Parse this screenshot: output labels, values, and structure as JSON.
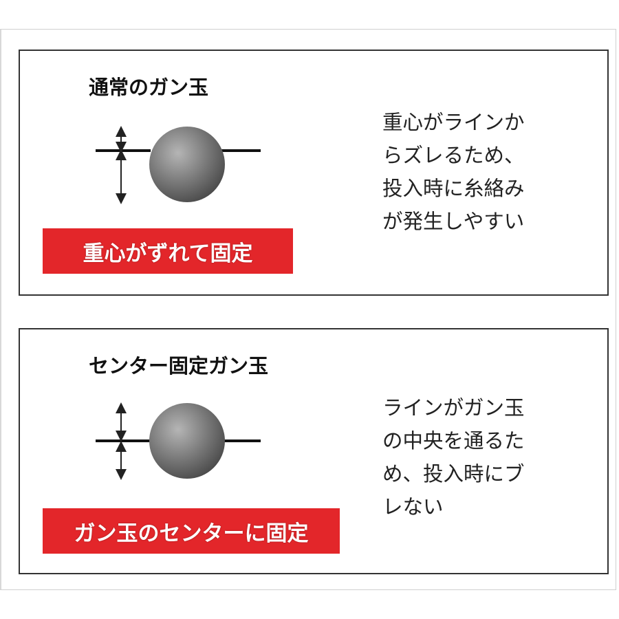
{
  "panels": [
    {
      "title": "通常のガン玉",
      "label": "重心がずれて固定",
      "label_color": "#e3262a",
      "description_lines": [
        "重心がラインか",
        "らズレるため、",
        "投入時に糸絡み",
        "が発生しやすい"
      ],
      "diagram": {
        "type": "off-center",
        "upper_arrow": "short",
        "lower_arrow": "long"
      }
    },
    {
      "title": "センター固定ガン玉",
      "label": "ガン玉のセンターに固定",
      "label_color": "#e3262a",
      "description_lines": [
        "ラインがガン玉",
        "の中央を通るた",
        "め、投入時にブ",
        "レない"
      ],
      "diagram": {
        "type": "centered",
        "upper_arrow": "equal",
        "lower_arrow": "equal"
      }
    }
  ],
  "icons": {
    "sinker_ball": "gray-sphere",
    "line": "horizontal-fishing-line",
    "distance_arrow": "double-headed-vertical-arrow"
  }
}
